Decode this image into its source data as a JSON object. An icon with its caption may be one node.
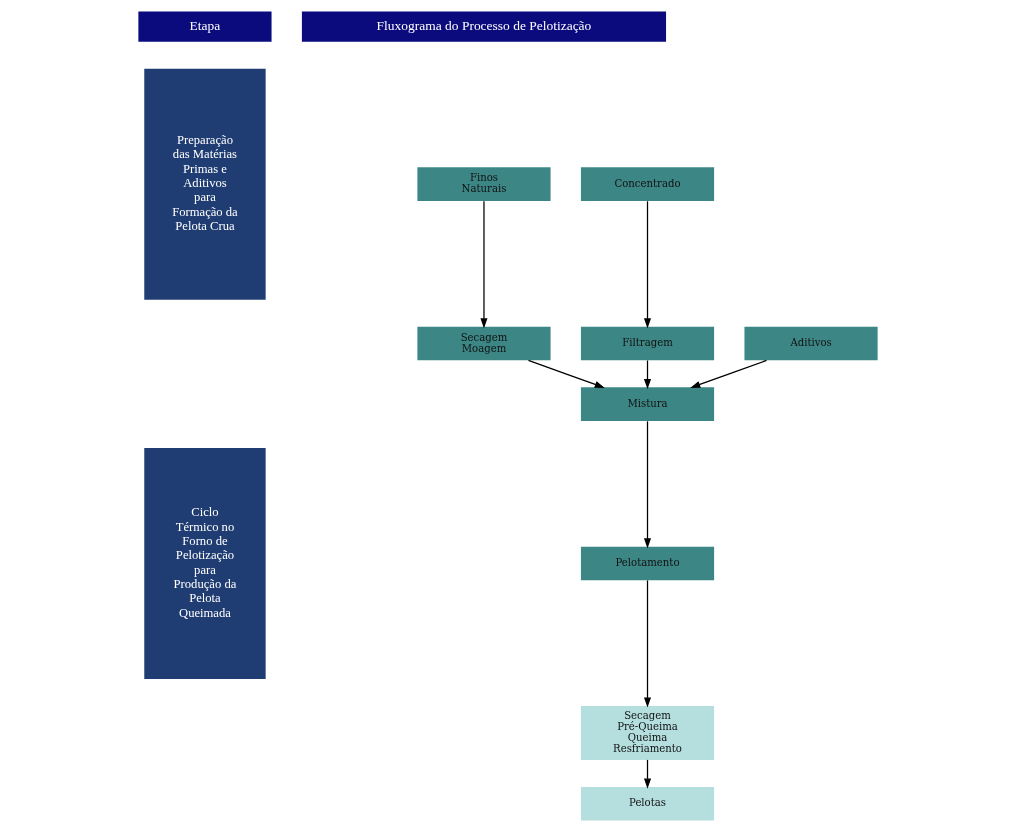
{
  "diagram": {
    "nodes": [
      {
        "text": [
          "Etapa"
        ]
      },
      {
        "text": [
          "Fluxograma do Processo de Pelotização"
        ]
      },
      {
        "text": [
          "Preparação das Matérias Primas e Aditivos para Formação da Pelota Crua"
        ]
      },
      {
        "text": [
          "Finos Naturais"
        ]
      },
      {
        "text": [
          "Concentrado"
        ]
      },
      {
        "text": [
          "Secagem Moagem"
        ]
      },
      {
        "text": [
          "Filtragem"
        ]
      },
      {
        "text": [
          "Aditivos"
        ]
      },
      {
        "text": [
          "Mistura"
        ]
      },
      {
        "text": [
          "Pelotamento"
        ]
      },
      {
        "text": [
          "Ciclo Térmico no Forno de Pelotização para Produção da Pelota Queimada"
        ]
      },
      {
        "text": [
          "Secagem Pré-Queima Queima Resfriamento"
        ]
      },
      {
        "text": [
          "Pelotas"
        ]
      }
    ],
    "edges": [
      {
        "from": 3,
        "to": 5,
        "arrow": "to"
      },
      {
        "from": 4,
        "to": 6,
        "arrow": "to"
      },
      {
        "from": 5,
        "to": 8,
        "arrow": "to"
      },
      {
        "from": 6,
        "to": 8,
        "arrow": "to"
      },
      {
        "from": 7,
        "to": 8,
        "arrow": "to"
      },
      {
        "from": 8,
        "to": 9,
        "arrow": "to"
      },
      {
        "from": 9,
        "to": 11,
        "arrow": "to"
      },
      {
        "from": 11,
        "to": 12,
        "arrow": "to"
      }
    ]
  }
}
